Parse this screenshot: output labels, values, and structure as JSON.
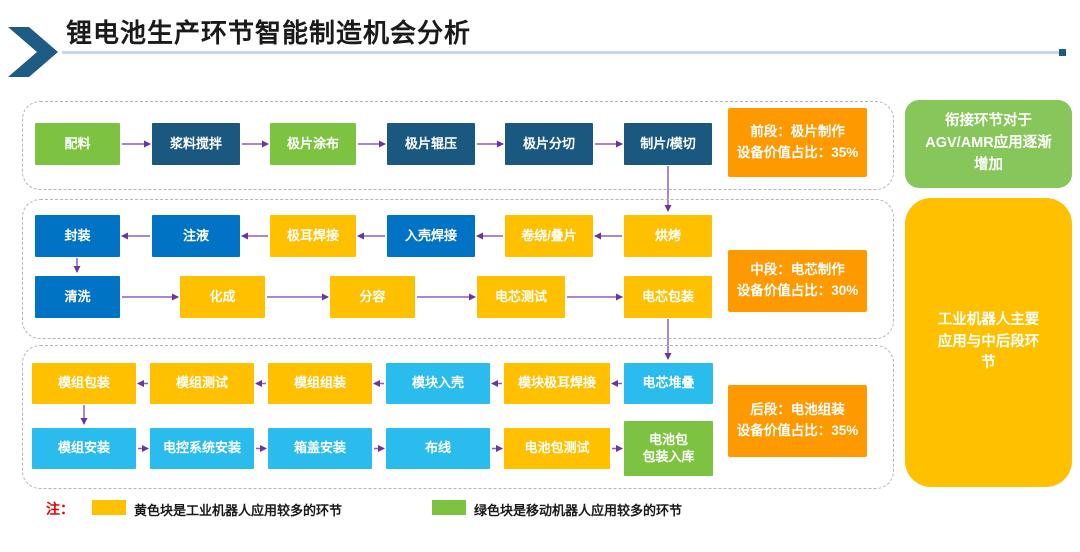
{
  "title": "锂电池生产环节智能制造机会分析",
  "colors": {
    "green": "#7EC242",
    "navy": "#1B587F",
    "blue": "#0173C5",
    "yellow": "#FFC000",
    "cyan": "#2BBCEE",
    "orange_callout": "#FF9900",
    "arrow_purple": "#8F5FBF",
    "arrow_head": "#6A35A0",
    "panel_green": "#86C65A",
    "panel_yellow": "#FFC000",
    "title_accent": "#1F5C83",
    "note_red": "#E60000"
  },
  "flow": {
    "sections": [
      {
        "callout": "前段：极片制作\n设备价值占比：35%",
        "rows": [
          [
            {
              "label": "配料",
              "type": "green"
            },
            {
              "label": "浆料搅拌",
              "type": "navy"
            },
            {
              "label": "极片涂布",
              "type": "green"
            },
            {
              "label": "极片辊压",
              "type": "navy"
            },
            {
              "label": "极片分切",
              "type": "navy"
            },
            {
              "label": "制片/模切",
              "type": "navy"
            }
          ]
        ]
      },
      {
        "callout": "中段：电芯制作\n设备价值占比：30%",
        "rows": [
          [
            {
              "label": "封装",
              "type": "blue"
            },
            {
              "label": "注液",
              "type": "blue"
            },
            {
              "label": "极耳焊接",
              "type": "yellow"
            },
            {
              "label": "入壳焊接",
              "type": "blue"
            },
            {
              "label": "卷绕/叠片",
              "type": "yellow"
            },
            {
              "label": "烘烤",
              "type": "yellow"
            }
          ],
          [
            {
              "label": "清洗",
              "type": "blue"
            },
            {
              "label": "化成",
              "type": "yellow"
            },
            {
              "label": "分容",
              "type": "yellow"
            },
            {
              "label": "电芯测试",
              "type": "yellow"
            },
            {
              "label": "电芯包装",
              "type": "yellow"
            }
          ]
        ]
      },
      {
        "callout": "后段：电池组装\n设备价值占比：35%",
        "rows": [
          [
            {
              "label": "模组包装",
              "type": "yellow"
            },
            {
              "label": "模组测试",
              "type": "yellow"
            },
            {
              "label": "模组组装",
              "type": "yellow"
            },
            {
              "label": "模块入壳",
              "type": "cyan"
            },
            {
              "label": "模块极耳焊接",
              "type": "yellow"
            },
            {
              "label": "电芯堆叠",
              "type": "cyan"
            }
          ],
          [
            {
              "label": "模组安装",
              "type": "cyan"
            },
            {
              "label": "电控系统安装",
              "type": "cyan"
            },
            {
              "label": "箱盖安装",
              "type": "cyan"
            },
            {
              "label": "布线",
              "type": "cyan"
            },
            {
              "label": "电池包测试",
              "type": "yellow"
            },
            {
              "label": "电池包\n包装入库",
              "type": "green"
            }
          ]
        ]
      }
    ]
  },
  "side_panels": [
    {
      "text": "衔接环节对于\nAGV/AMR应用逐渐\n增加"
    },
    {
      "text": "工业机器人主要\n应用与中后段环\n节"
    }
  ],
  "legend": {
    "note_label": "注：",
    "items": [
      {
        "swatch": "yellow",
        "label": "黄色块是工业机器人应用较多的环节"
      },
      {
        "swatch": "green",
        "label": "绿色块是移动机器人应用较多的环节"
      }
    ]
  }
}
